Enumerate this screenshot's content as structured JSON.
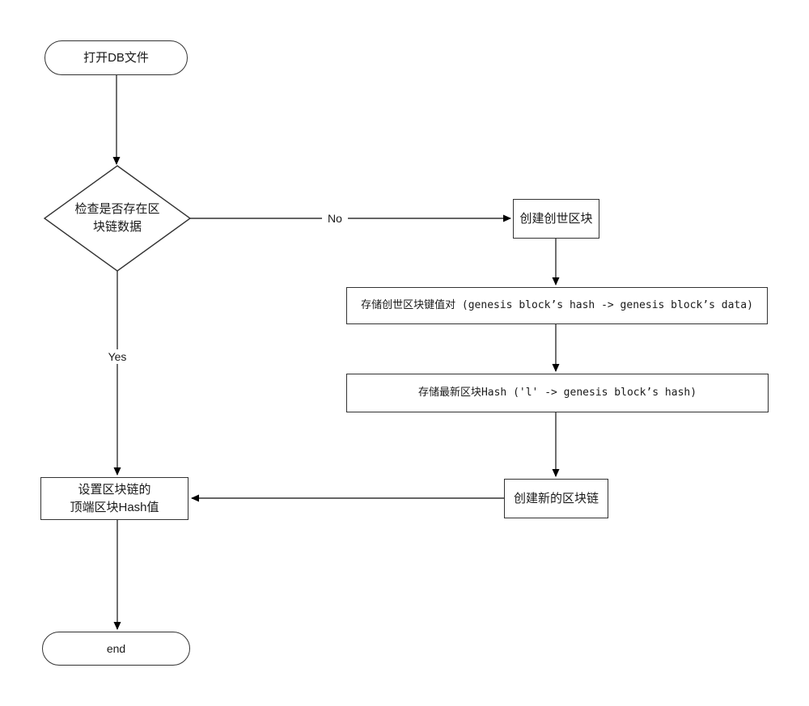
{
  "diagram": {
    "nodes": {
      "start": {
        "label": "打开DB文件"
      },
      "decision": {
        "line1": "检查是否存在区",
        "line2": "块链数据"
      },
      "create_genesis": {
        "label": "创建创世区块"
      },
      "store_genesis_kv": {
        "label": "存储创世区块键值对 (genesis block’s hash -> genesis block’s data)"
      },
      "store_latest_hash": {
        "label": "存储最新区块Hash ('l' -> genesis block’s hash)"
      },
      "create_new_chain": {
        "label": "创建新的区块链"
      },
      "set_tip_hash": {
        "line1": "设置区块链的",
        "line2": "顶端区块Hash值"
      },
      "end": {
        "label": "end"
      }
    },
    "edges": {
      "no_label": "No",
      "yes_label": "Yes"
    },
    "colors": {
      "stroke": "#333333",
      "arrowhead": "#000000",
      "node_fill": "#ffffff",
      "text": "#1a1a1a",
      "background": "#ffffff"
    }
  }
}
